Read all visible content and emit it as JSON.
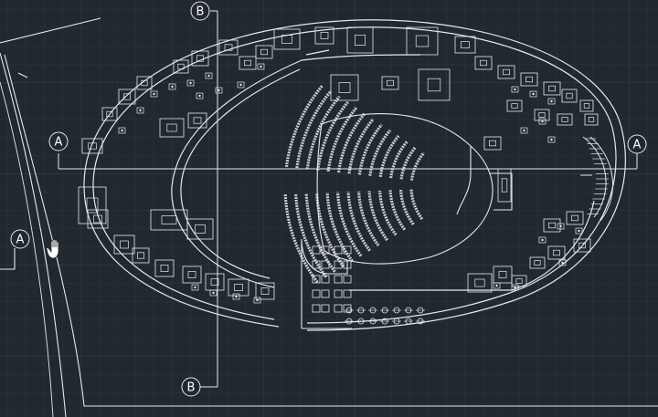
{
  "viewport": {
    "background": "#212830",
    "grid_color": "#2d3742",
    "grid_major_color": "#35404c",
    "line_color": "#e6e9ee"
  },
  "section_markers": {
    "left": "A",
    "right": "A",
    "bottom_left": "A",
    "top": "B",
    "bottom": "B"
  },
  "icons": {
    "cursor": "pan-hand-icon"
  }
}
